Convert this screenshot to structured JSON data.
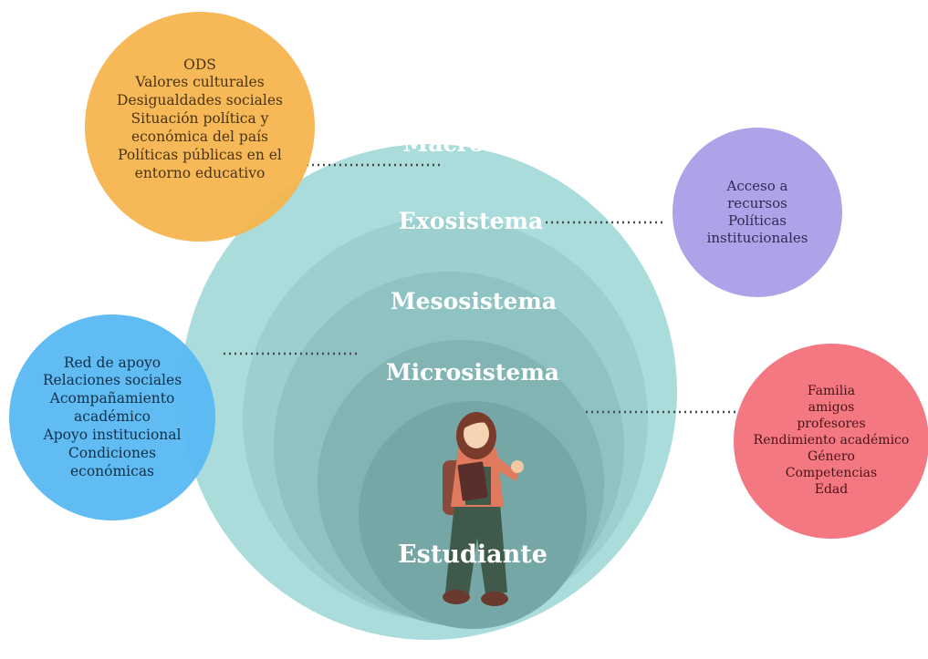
{
  "colors": {
    "macro": "#aadcdc",
    "exo": "#9cd0d0",
    "meso": "#8fc2c2",
    "micro": "#82b4b4",
    "center": "#76a7a7",
    "orange": "#f6b44a",
    "purple": "#a79be6",
    "blue": "#57b8f2",
    "red": "#f2717a"
  },
  "rings": {
    "macro": "Macrosistema",
    "exo": "Exosistema",
    "meso": "Mesosistema",
    "micro": "Microsistema",
    "center": "Estudiante"
  },
  "bubbles": {
    "macro": [
      "ODS",
      "Valores culturales",
      "Desigualdades sociales",
      "Situación política y",
      "económica del país",
      "Políticas públicas en el",
      "entorno educativo"
    ],
    "exo": [
      "Acceso a",
      "recursos",
      "Políticas",
      "institucionales"
    ],
    "meso": [
      "Red de apoyo",
      "Relaciones sociales",
      "Acompañamiento",
      "académico",
      "Apoyo institucional",
      "Condiciones",
      "económicas"
    ],
    "micro": [
      "Familia",
      "amigos",
      "profesores",
      "Rendimiento académico",
      "Género",
      "Competencias",
      "Edad"
    ]
  }
}
